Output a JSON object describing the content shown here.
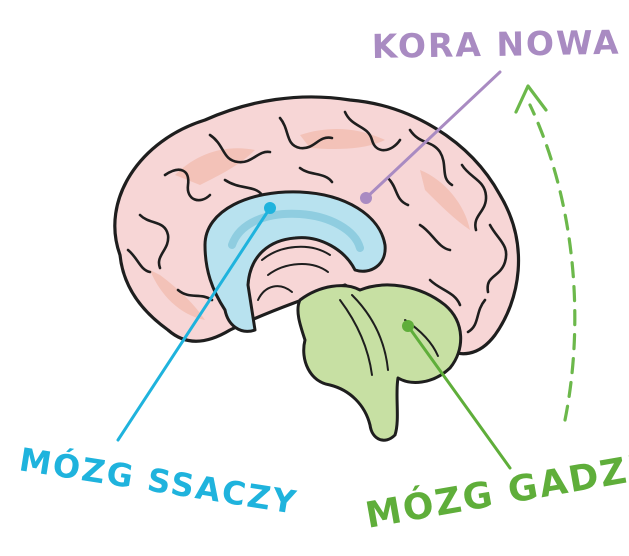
{
  "labels": {
    "neocortex": "KORA NOWA",
    "mammal": "MÓZG SSACZY",
    "reptile": "MÓZG GADZI"
  },
  "colors": {
    "neocortex": "#a98bc2",
    "mammal": "#1fb3dd",
    "reptile": "#5fae3a",
    "cortex_fill": "#f7d6d6",
    "cortex_fill_dark": "#f3c2b8",
    "limbic_fill": "#b8e2ef",
    "limbic_fill_dark": "#8fcde0",
    "stem_fill": "#c7e0a3",
    "outline": "#1e1e1e",
    "arrow": "#6cb84b"
  }
}
